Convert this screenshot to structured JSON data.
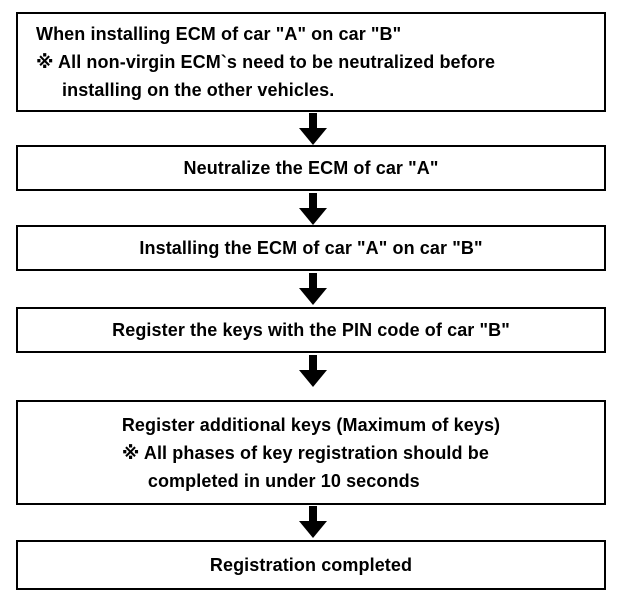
{
  "diagram": {
    "type": "flowchart",
    "orientation": "vertical",
    "colors": {
      "background": "#ffffff",
      "stroke": "#000000",
      "text": "#000000"
    },
    "nodes": [
      {
        "id": "notice",
        "shape": "rectangle",
        "align": "left",
        "lines": [
          "When installing ECM of car \"A\" on car \"B\"",
          "※ All non-virgin ECM`s need to be neutralized before",
          "installing on the other vehicles."
        ]
      },
      {
        "id": "neutralize",
        "shape": "rectangle",
        "align": "center",
        "lines": [
          "Neutralize the ECM of car \"A\""
        ]
      },
      {
        "id": "install",
        "shape": "rectangle",
        "align": "center",
        "lines": [
          "Installing the ECM of car \"A\" on car \"B\""
        ]
      },
      {
        "id": "register-pin",
        "shape": "rectangle",
        "align": "center",
        "lines": [
          "Register the keys with the PIN code of car \"B\""
        ]
      },
      {
        "id": "register-additional",
        "shape": "rectangle",
        "align": "center-block",
        "lines": [
          "Register additional keys (Maximum of keys)",
          "※ All phases of key registration should be",
          "completed in under 10 seconds"
        ]
      },
      {
        "id": "completed",
        "shape": "rectangle",
        "align": "center",
        "lines": [
          "Registration completed"
        ]
      }
    ],
    "connectors": [
      {
        "id": "arrow-1",
        "from": "notice",
        "to": "neutralize",
        "glyph": "down-arrow-icon"
      },
      {
        "id": "arrow-2",
        "from": "neutralize",
        "to": "install",
        "glyph": "down-arrow-icon"
      },
      {
        "id": "arrow-3",
        "from": "install",
        "to": "register-pin",
        "glyph": "down-arrow-icon"
      },
      {
        "id": "arrow-4",
        "from": "register-pin",
        "to": "register-additional",
        "glyph": "down-arrow-icon"
      },
      {
        "id": "arrow-5",
        "from": "register-additional",
        "to": "completed",
        "glyph": "down-arrow-icon"
      }
    ]
  }
}
